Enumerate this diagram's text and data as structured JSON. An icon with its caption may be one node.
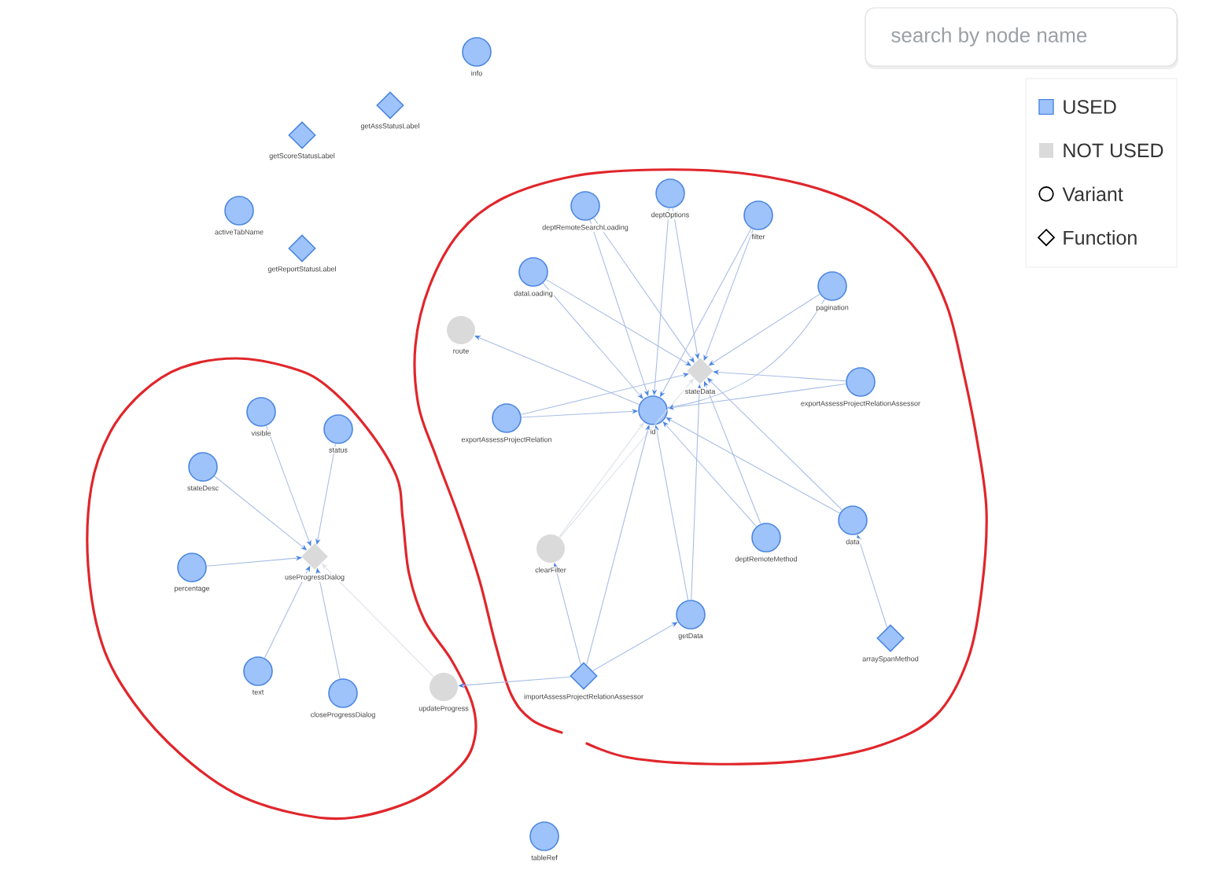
{
  "diagram": {
    "nodes": [
      {
        "text": [],
        "shape": "circle",
        "beside": [
          "info"
        ]
      },
      {
        "text": [],
        "shape": "diamond",
        "beside": [
          "getAssStatusLabel"
        ]
      },
      {
        "text": [],
        "shape": "diamond",
        "beside": [
          "getScoreStatusLabel"
        ]
      },
      {
        "text": [],
        "shape": "circle",
        "beside": [
          "activeTabName"
        ]
      },
      {
        "text": [],
        "shape": "diamond",
        "beside": [
          "getReportStatusLabel"
        ]
      },
      {
        "text": [],
        "shape": "loop"
      },
      {
        "text": [],
        "shape": "circle",
        "beside": [
          "deptRemoteSearchLoading"
        ],
        "in": 5
      },
      {
        "text": [],
        "shape": "circle",
        "beside": [
          "deptOptions"
        ],
        "in": 5
      },
      {
        "text": [],
        "shape": "circle",
        "beside": [
          "filter"
        ],
        "in": 5
      },
      {
        "text": [],
        "shape": "circle",
        "beside": [
          "dataLoading"
        ],
        "in": 5
      },
      {
        "text": [],
        "shape": "circle",
        "beside": [
          "pagination"
        ],
        "in": 5
      },
      {
        "text": [],
        "shape": "circle",
        "beside": [
          "route"
        ],
        "in": 5
      },
      {
        "text": [],
        "shape": "diamond",
        "beside": [
          "stateData"
        ],
        "in": 5
      },
      {
        "text": [],
        "shape": "circle",
        "beside": [
          "exportAssessProjectRelationAssessor"
        ],
        "in": 5
      },
      {
        "text": [],
        "shape": "circle",
        "beside": [
          "id"
        ],
        "in": 5
      },
      {
        "text": [],
        "shape": "circle",
        "beside": [
          "exportAssessProjectRelation"
        ],
        "in": 5
      },
      {
        "text": [],
        "shape": "circle",
        "beside": [
          "data"
        ],
        "in": 5
      },
      {
        "text": [],
        "shape": "circle",
        "beside": [
          "deptRemoteMethod"
        ],
        "in": 5
      },
      {
        "text": [],
        "shape": "circle",
        "beside": [
          "clearFilter"
        ],
        "in": 5
      },
      {
        "text": [],
        "shape": "circle",
        "beside": [
          "getData"
        ],
        "in": 5
      },
      {
        "text": [],
        "shape": "diamond",
        "beside": [
          "arraySpanMethod"
        ],
        "in": 5
      },
      {
        "text": [],
        "shape": "diamond",
        "beside": [
          "importAssessProjectRelationAssessor"
        ],
        "in": 5
      },
      {
        "text": [],
        "shape": "loop"
      },
      {
        "text": [],
        "shape": "circle",
        "beside": [
          "visible"
        ],
        "in": 22
      },
      {
        "text": [],
        "shape": "circle",
        "beside": [
          "status"
        ],
        "in": 22
      },
      {
        "text": [],
        "shape": "circle",
        "beside": [
          "stateDesc"
        ],
        "in": 22
      },
      {
        "text": [],
        "shape": "circle",
        "beside": [
          "percentage"
        ],
        "in": 22
      },
      {
        "text": [],
        "shape": "diamond",
        "beside": [
          "useProgressDialog"
        ],
        "in": 22
      },
      {
        "text": [],
        "shape": "circle",
        "beside": [
          "text"
        ],
        "in": 22
      },
      {
        "text": [],
        "shape": "circle",
        "beside": [
          "closeProgressDialog"
        ],
        "in": 22
      },
      {
        "text": [],
        "shape": "circle",
        "beside": [
          "updateProgress"
        ]
      },
      {
        "text": [],
        "shape": "circle",
        "beside": [
          "tableRef"
        ]
      }
    ],
    "edges": [
      {
        "from": 6,
        "to": 14,
        "arrow": "to"
      },
      {
        "from": 6,
        "to": 12,
        "arrow": "to"
      },
      {
        "from": 7,
        "to": 14,
        "arrow": "to"
      },
      {
        "from": 7,
        "to": 12,
        "arrow": "to"
      },
      {
        "from": 8,
        "to": 14,
        "arrow": "to"
      },
      {
        "from": 8,
        "to": 12,
        "arrow": "to"
      },
      {
        "from": 9,
        "to": 14,
        "arrow": "to"
      },
      {
        "from": 9,
        "to": 12,
        "arrow": "to"
      },
      {
        "from": 10,
        "to": 14,
        "arrow": "to"
      },
      {
        "from": 10,
        "to": 12,
        "arrow": "to"
      },
      {
        "from": 13,
        "to": 14,
        "arrow": "to"
      },
      {
        "from": 13,
        "to": 12,
        "arrow": "to"
      },
      {
        "from": 15,
        "to": 14,
        "arrow": "to"
      },
      {
        "from": 15,
        "to": 12,
        "arrow": "to"
      },
      {
        "from": 14,
        "to": 11,
        "arrow": "to"
      },
      {
        "from": 16,
        "to": 14,
        "arrow": "to"
      },
      {
        "from": 16,
        "to": 12,
        "arrow": "to"
      },
      {
        "from": 17,
        "to": 14,
        "arrow": "to"
      },
      {
        "from": 17,
        "to": 12,
        "arrow": "to"
      },
      {
        "from": 18,
        "to": 14,
        "arrow": "to",
        "color": "#dde1e8"
      },
      {
        "from": 18,
        "to": 12,
        "arrow": "to",
        "color": "#dde1e8"
      },
      {
        "from": 19,
        "to": 14,
        "arrow": "to"
      },
      {
        "from": 19,
        "to": 12,
        "arrow": "to"
      },
      {
        "from": 20,
        "to": 16,
        "arrow": "to"
      },
      {
        "from": 21,
        "to": 14,
        "arrow": "to"
      },
      {
        "from": 21,
        "to": 18,
        "arrow": "to"
      },
      {
        "from": 21,
        "to": 19,
        "arrow": "to"
      },
      {
        "from": 21,
        "to": 30,
        "arrow": "to"
      },
      {
        "from": 23,
        "to": 27,
        "arrow": "to"
      },
      {
        "from": 24,
        "to": 27,
        "arrow": "to"
      },
      {
        "from": 25,
        "to": 27,
        "arrow": "to"
      },
      {
        "from": 26,
        "to": 27,
        "arrow": "to"
      },
      {
        "from": 28,
        "to": 27,
        "arrow": "to"
      },
      {
        "from": 29,
        "to": 27,
        "arrow": "to"
      },
      {
        "from": 30,
        "to": 27,
        "arrow": "to",
        "color": "#dde1e8"
      }
    ],
    "labels": [
      "search by node name"
    ],
    "legend": [
      {
        "text": "USED",
        "color": "#9ec3fb"
      },
      {
        "text": "NOT USED",
        "color": "#dadada"
      },
      {
        "text": "Variant"
      },
      {
        "text": "Function"
      }
    ]
  }
}
